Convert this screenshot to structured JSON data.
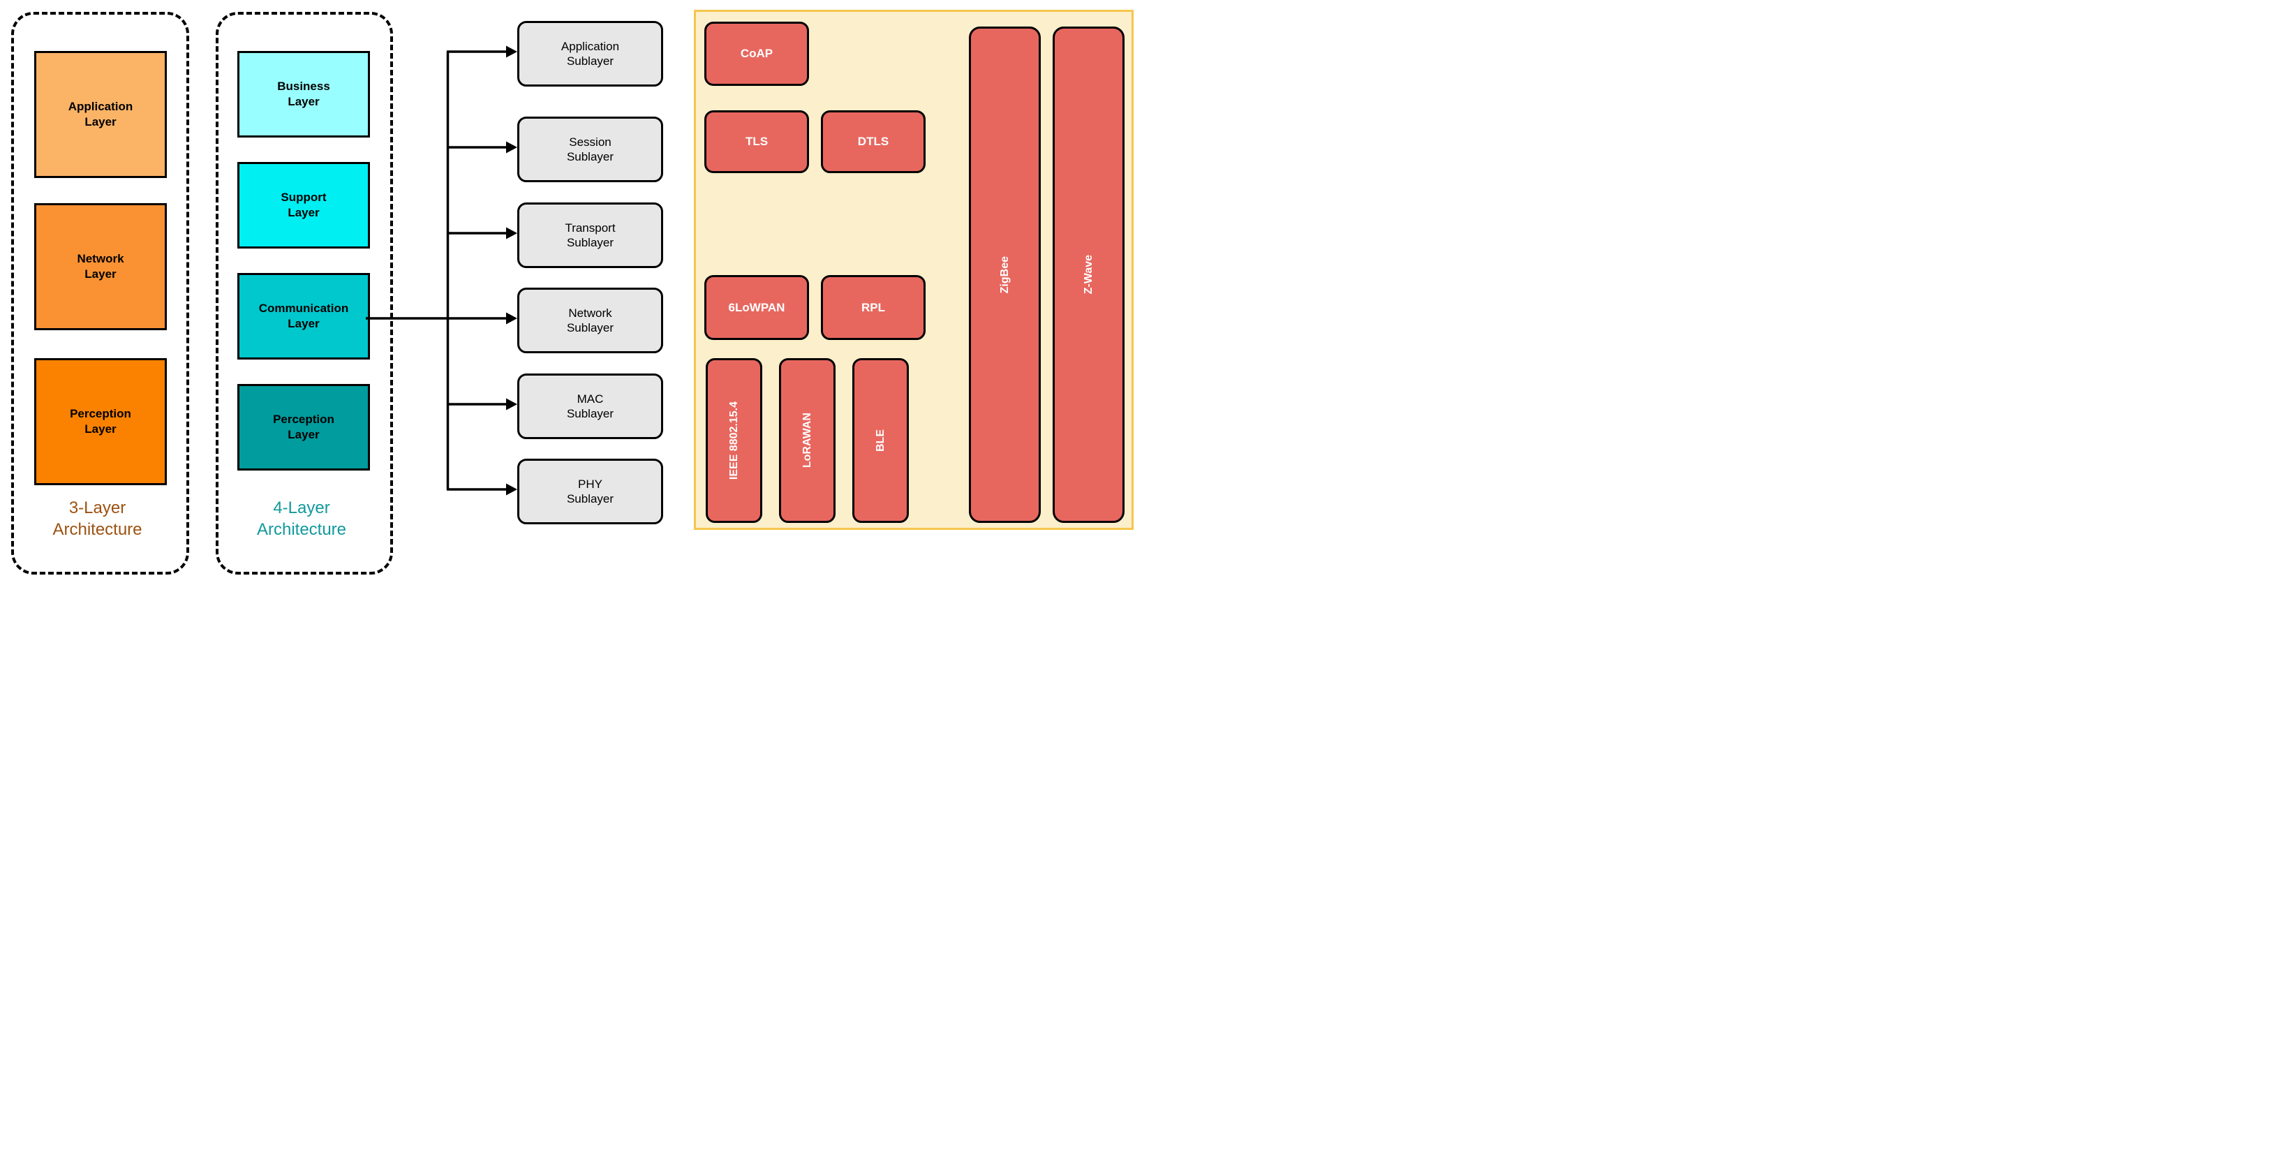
{
  "three_layer": {
    "label": {
      "line1": "3-Layer",
      "line2": "Architecture"
    },
    "label_color": "#9C5210",
    "layers": [
      {
        "name": "Application Layer",
        "color": "#FBB366"
      },
      {
        "name": "Network Layer",
        "color": "#FA9233"
      },
      {
        "name": "Perception Layer",
        "color": "#FB8200"
      }
    ]
  },
  "four_layer": {
    "label": {
      "line1": "4-Layer",
      "line2": "Architecture"
    },
    "label_color": "#12999C",
    "layers": [
      {
        "name": "Business Layer",
        "color": "#99FEFF"
      },
      {
        "name": "Support Layer",
        "color": "#00EFF2"
      },
      {
        "name": "Communication Layer",
        "color": "#00C8CD"
      },
      {
        "name": "Perception Layer",
        "color": "#009C9E"
      }
    ]
  },
  "sublayers": {
    "box_fill": "#E7E7E7",
    "items": [
      {
        "name": "Application Sublayer"
      },
      {
        "name": "Session Sublayer"
      },
      {
        "name": "Transport Sublayer"
      },
      {
        "name": "Network Sublayer"
      },
      {
        "name": "MAC Sublayer"
      },
      {
        "name": "PHY Sublayer"
      }
    ]
  },
  "protocols": {
    "panel_fill": "#FCEFCB",
    "panel_border": "#F6C64D",
    "box_fill": "#E7675F",
    "horizontal": [
      {
        "name": "CoAP"
      },
      {
        "name": "TLS"
      },
      {
        "name": "DTLS"
      },
      {
        "name": "6LoWPAN"
      },
      {
        "name": "RPL"
      }
    ],
    "vertical_small": [
      {
        "name": "IEEE 8802.15.4"
      },
      {
        "name": "LoRAWAN"
      },
      {
        "name": "BLE"
      }
    ],
    "vertical_tall": [
      {
        "name": "ZigBee"
      },
      {
        "name": "Z-Wave"
      }
    ]
  }
}
